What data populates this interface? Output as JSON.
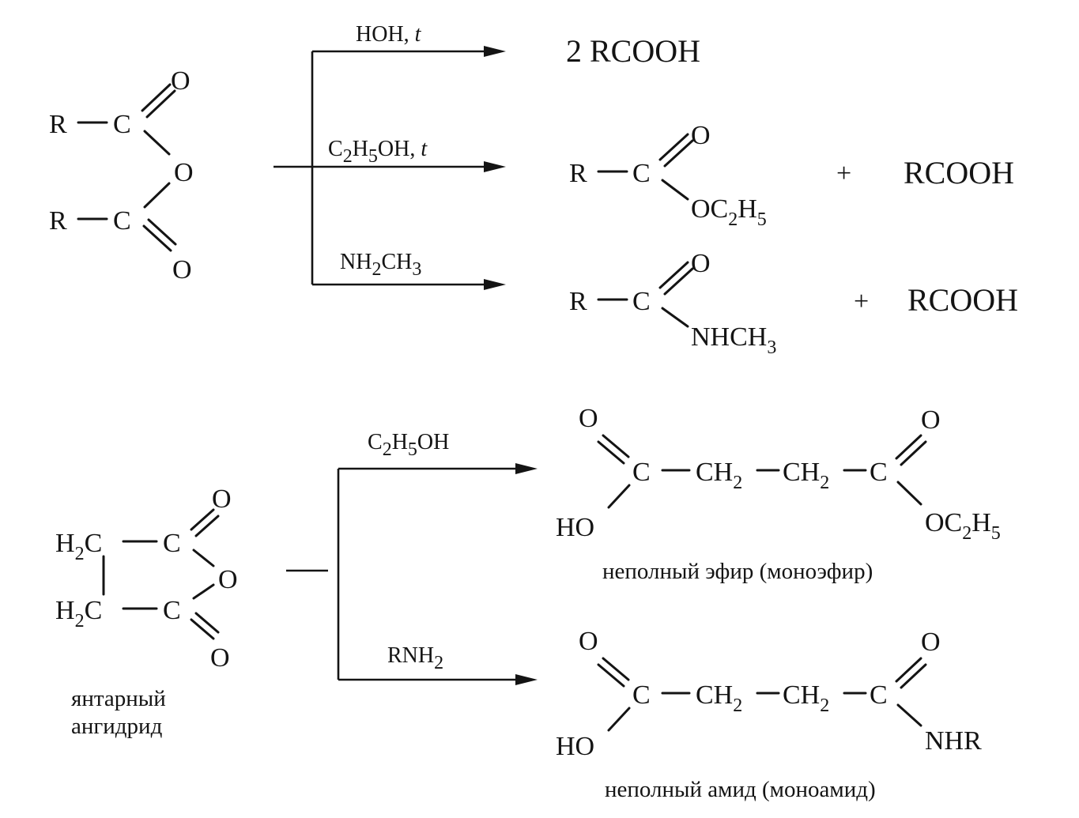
{
  "atoms": {
    "R": "R",
    "C": "C",
    "O": "O",
    "CH2": "CH",
    "H2": "H",
    "HO": "HO",
    "NH": "NH",
    "NHR": "NHR",
    "OC": "OC",
    "H": "H",
    "CH": "CH",
    "N": "N",
    "sub2": "2",
    "sub3": "3",
    "sub5": "5"
  },
  "reaction1": {
    "reagents": {
      "hydrolysis": {
        "main": "HOH, ",
        "italic": "t"
      },
      "ethanol": {
        "main": "C",
        "sub": "2",
        "mid": "H",
        "sub2": "5",
        "tail": "OH, ",
        "italic": "t"
      },
      "methylamine": {
        "main": "NH",
        "sub": "2",
        "tail": "CH",
        "sub2": "3"
      }
    },
    "products": {
      "acids": "2 RCOOH",
      "plus": "+",
      "acid": "RCOOH"
    }
  },
  "reaction2": {
    "reactant_caption": [
      "янтарный",
      "ангидрид"
    ],
    "reagents": {
      "ethanol": {
        "main": "C",
        "sub": "2",
        "mid": "H",
        "sub2": "5",
        "tail": "OH"
      },
      "amine": {
        "main": "RNH",
        "sub": "2"
      }
    },
    "captions": {
      "monoester": "неполный эфир (моноэфир)",
      "monoamide": "неполный амид (моноамид)"
    }
  }
}
